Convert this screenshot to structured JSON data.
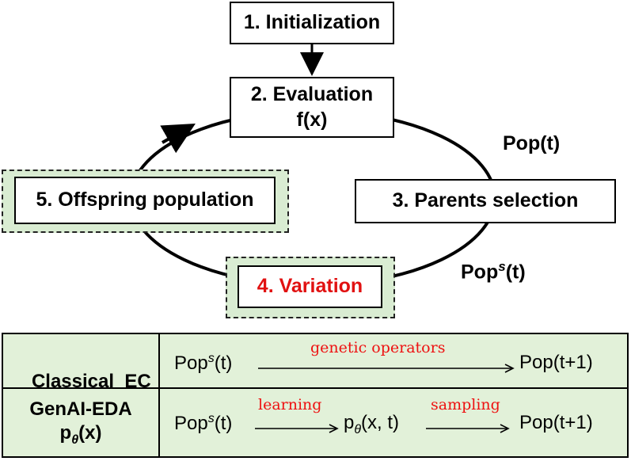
{
  "cycle": {
    "init": "1. Initialization",
    "eval_line1": "2. Evaluation",
    "eval_line2": "f(x)",
    "parents": "3. Parents selection",
    "variation": "4. Variation",
    "offspring": "5. Offspring population",
    "pop_t": "Pop(t)",
    "pops_base": "Pop",
    "pops_sup": "s",
    "pops_tail": "(t)"
  },
  "table": {
    "row1_header": "Classical  EC",
    "row2_header_line1": "GenAI-EDA",
    "row2_header_p": "p",
    "row2_header_theta": "θ",
    "row2_header_x": "(x)",
    "pops_base": "Pop",
    "pops_sup": "s",
    "pops_tail": "(t)",
    "next_pop": "Pop(t+1)",
    "op_genetic": "genetic operators",
    "op_learning": "learning",
    "op_sampling": "sampling",
    "p_base": "p",
    "p_sub": "θ",
    "p_args": "(x, t)"
  },
  "colors": {
    "halo": "#d9ecd2",
    "table_bg": "#e2f1d9",
    "accent_red": "#e11111"
  }
}
